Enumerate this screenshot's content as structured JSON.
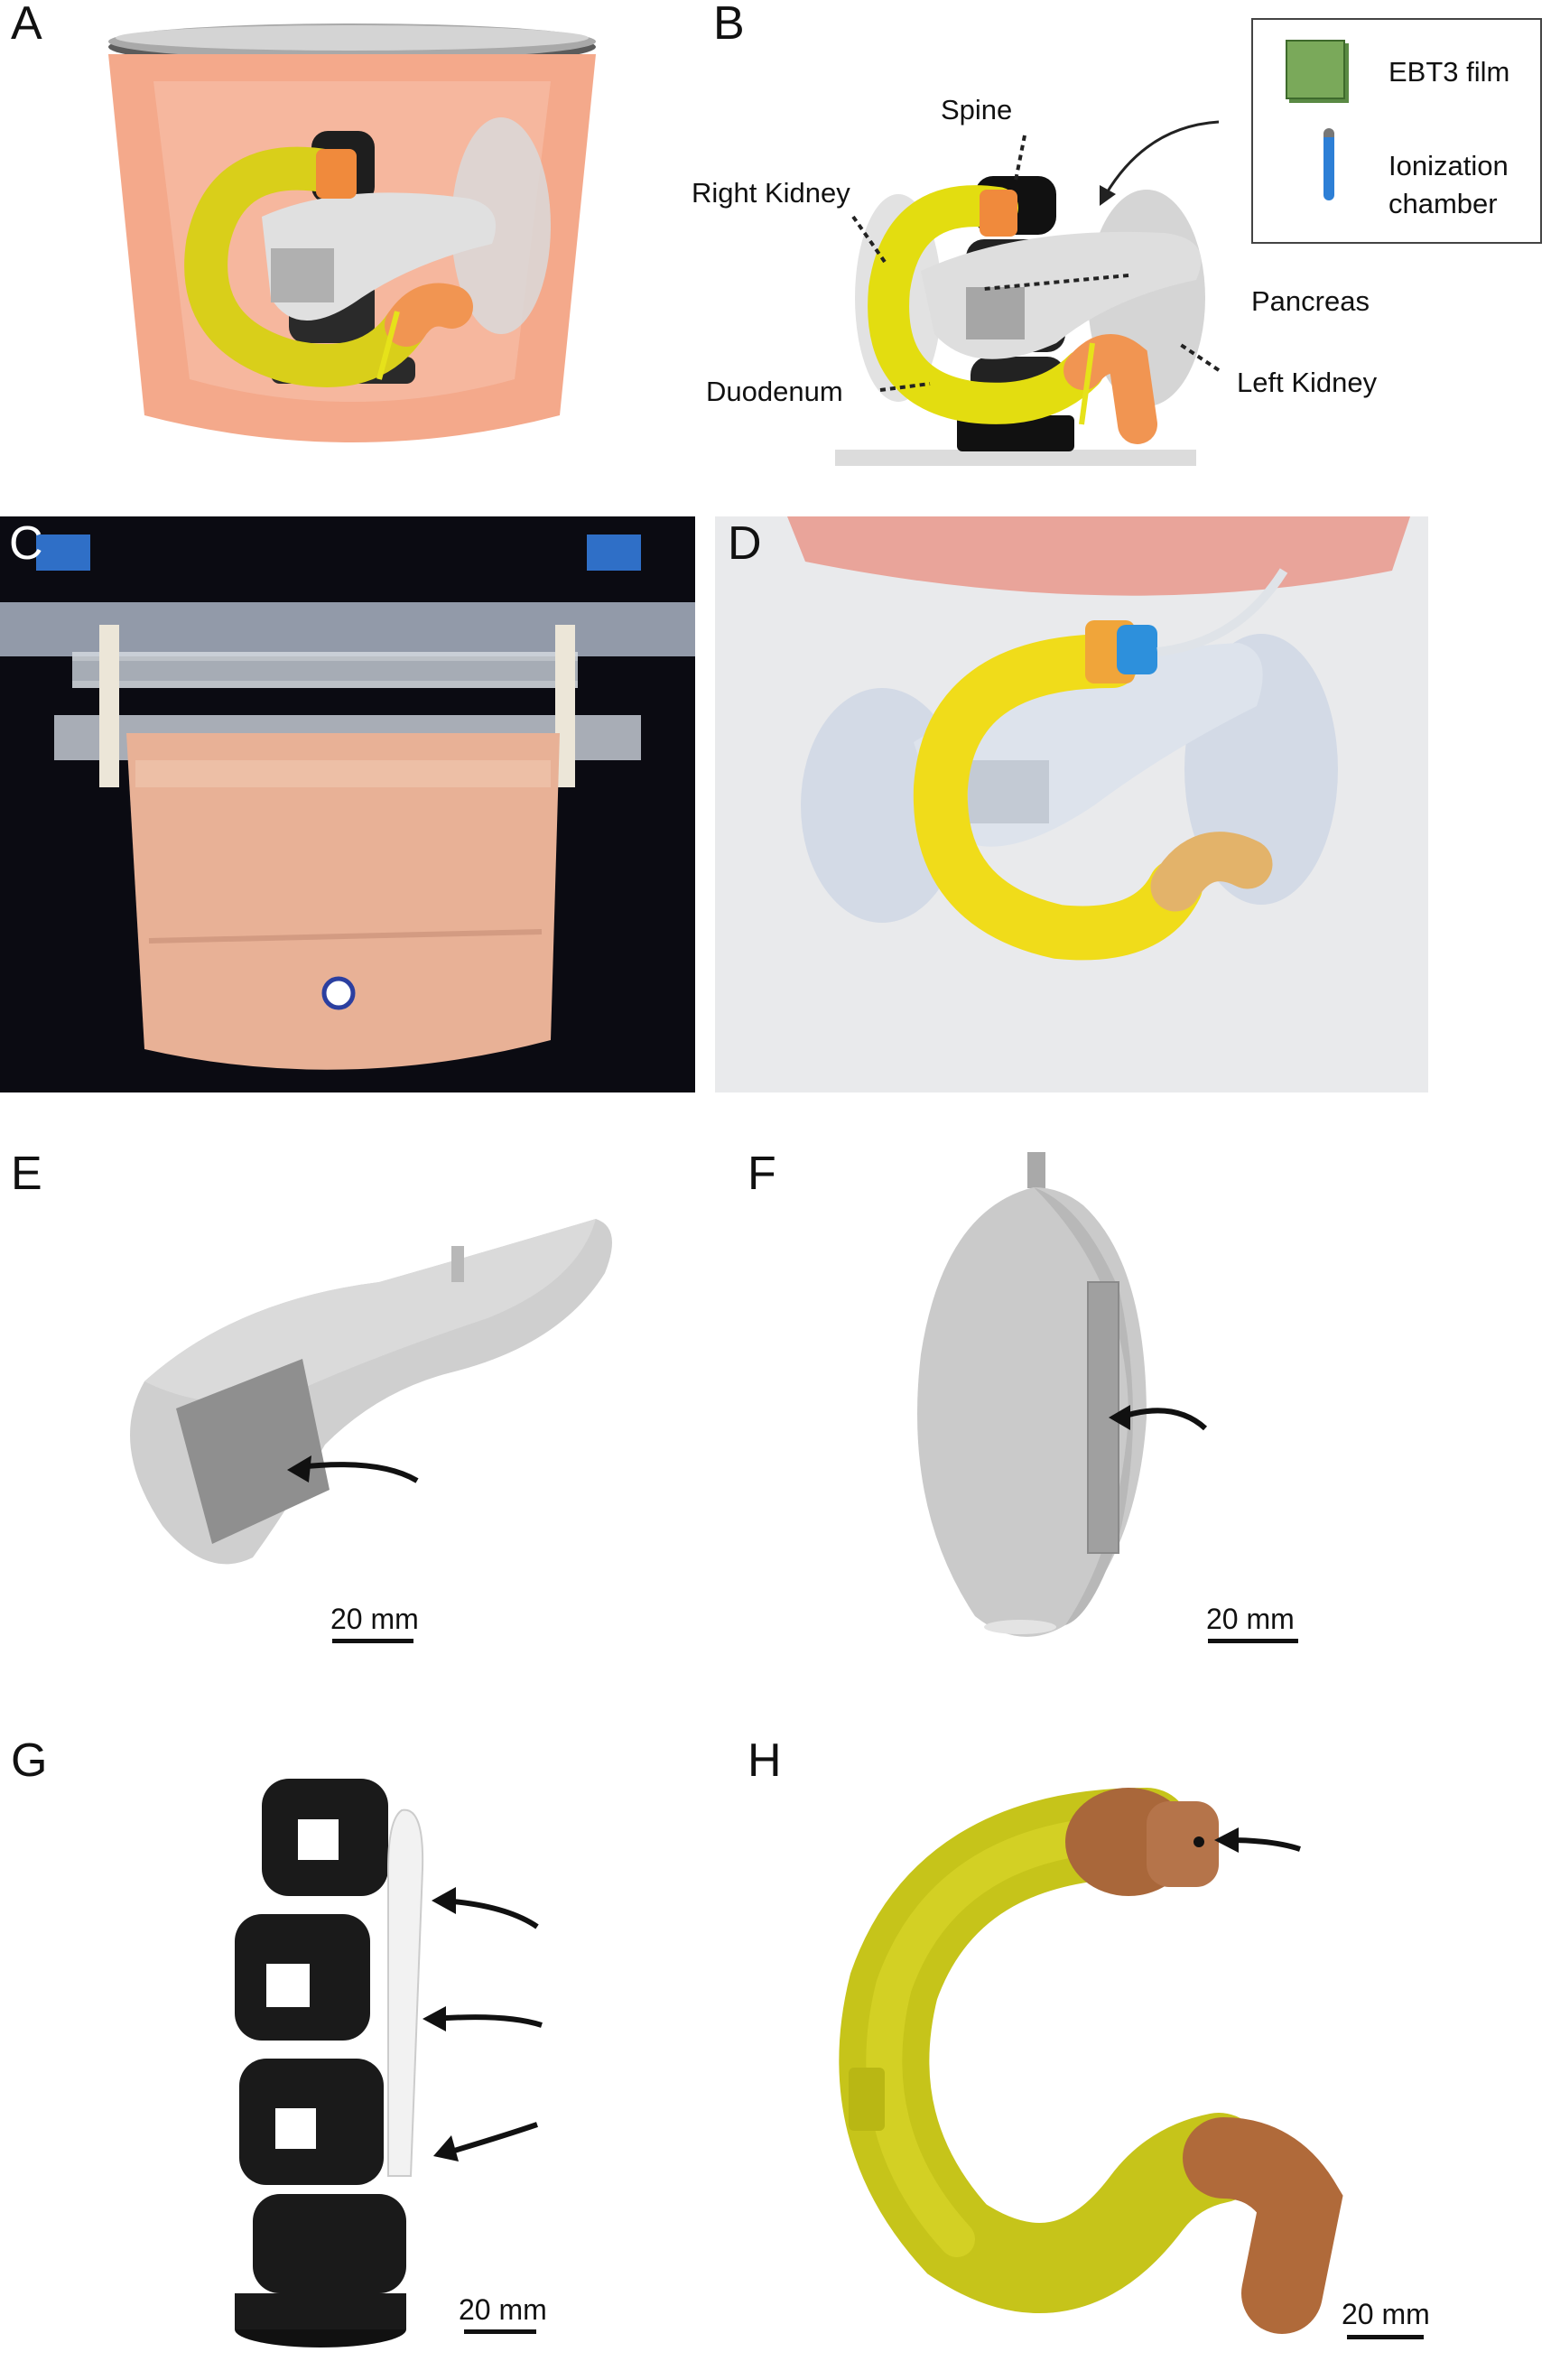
{
  "panels": {
    "a": {
      "label": "A"
    },
    "b": {
      "label": "B",
      "labels": {
        "spine": "Spine",
        "right_kidney": "Right Kidney",
        "pancreas": "Pancreas",
        "duodenum": "Duodenum",
        "left_kidney": "Left Kidney"
      },
      "legend": {
        "film": "EBT3 film",
        "chamber_line1": "Ionization",
        "chamber_line2": "chamber"
      }
    },
    "c": {
      "label": "C"
    },
    "d": {
      "label": "D"
    },
    "e": {
      "label": "E",
      "scale": "20 mm"
    },
    "f": {
      "label": "F",
      "scale": "20 mm"
    },
    "g": {
      "label": "G",
      "scale": "20 mm"
    },
    "h": {
      "label": "H",
      "scale": "20 mm"
    }
  },
  "colors": {
    "phantom_skin": "#f2a487",
    "duodenum_yellow": "#e6e21a",
    "organ_gray": "#d6d6d6",
    "spine_black": "#1a1a1a",
    "film_green": "#7aa95a",
    "chamber_blue": "#2d7fd6",
    "connector_orange": "#f08a3c",
    "connector_brown": "#b7784a",
    "photo_background_dark": "#0b0b12"
  }
}
